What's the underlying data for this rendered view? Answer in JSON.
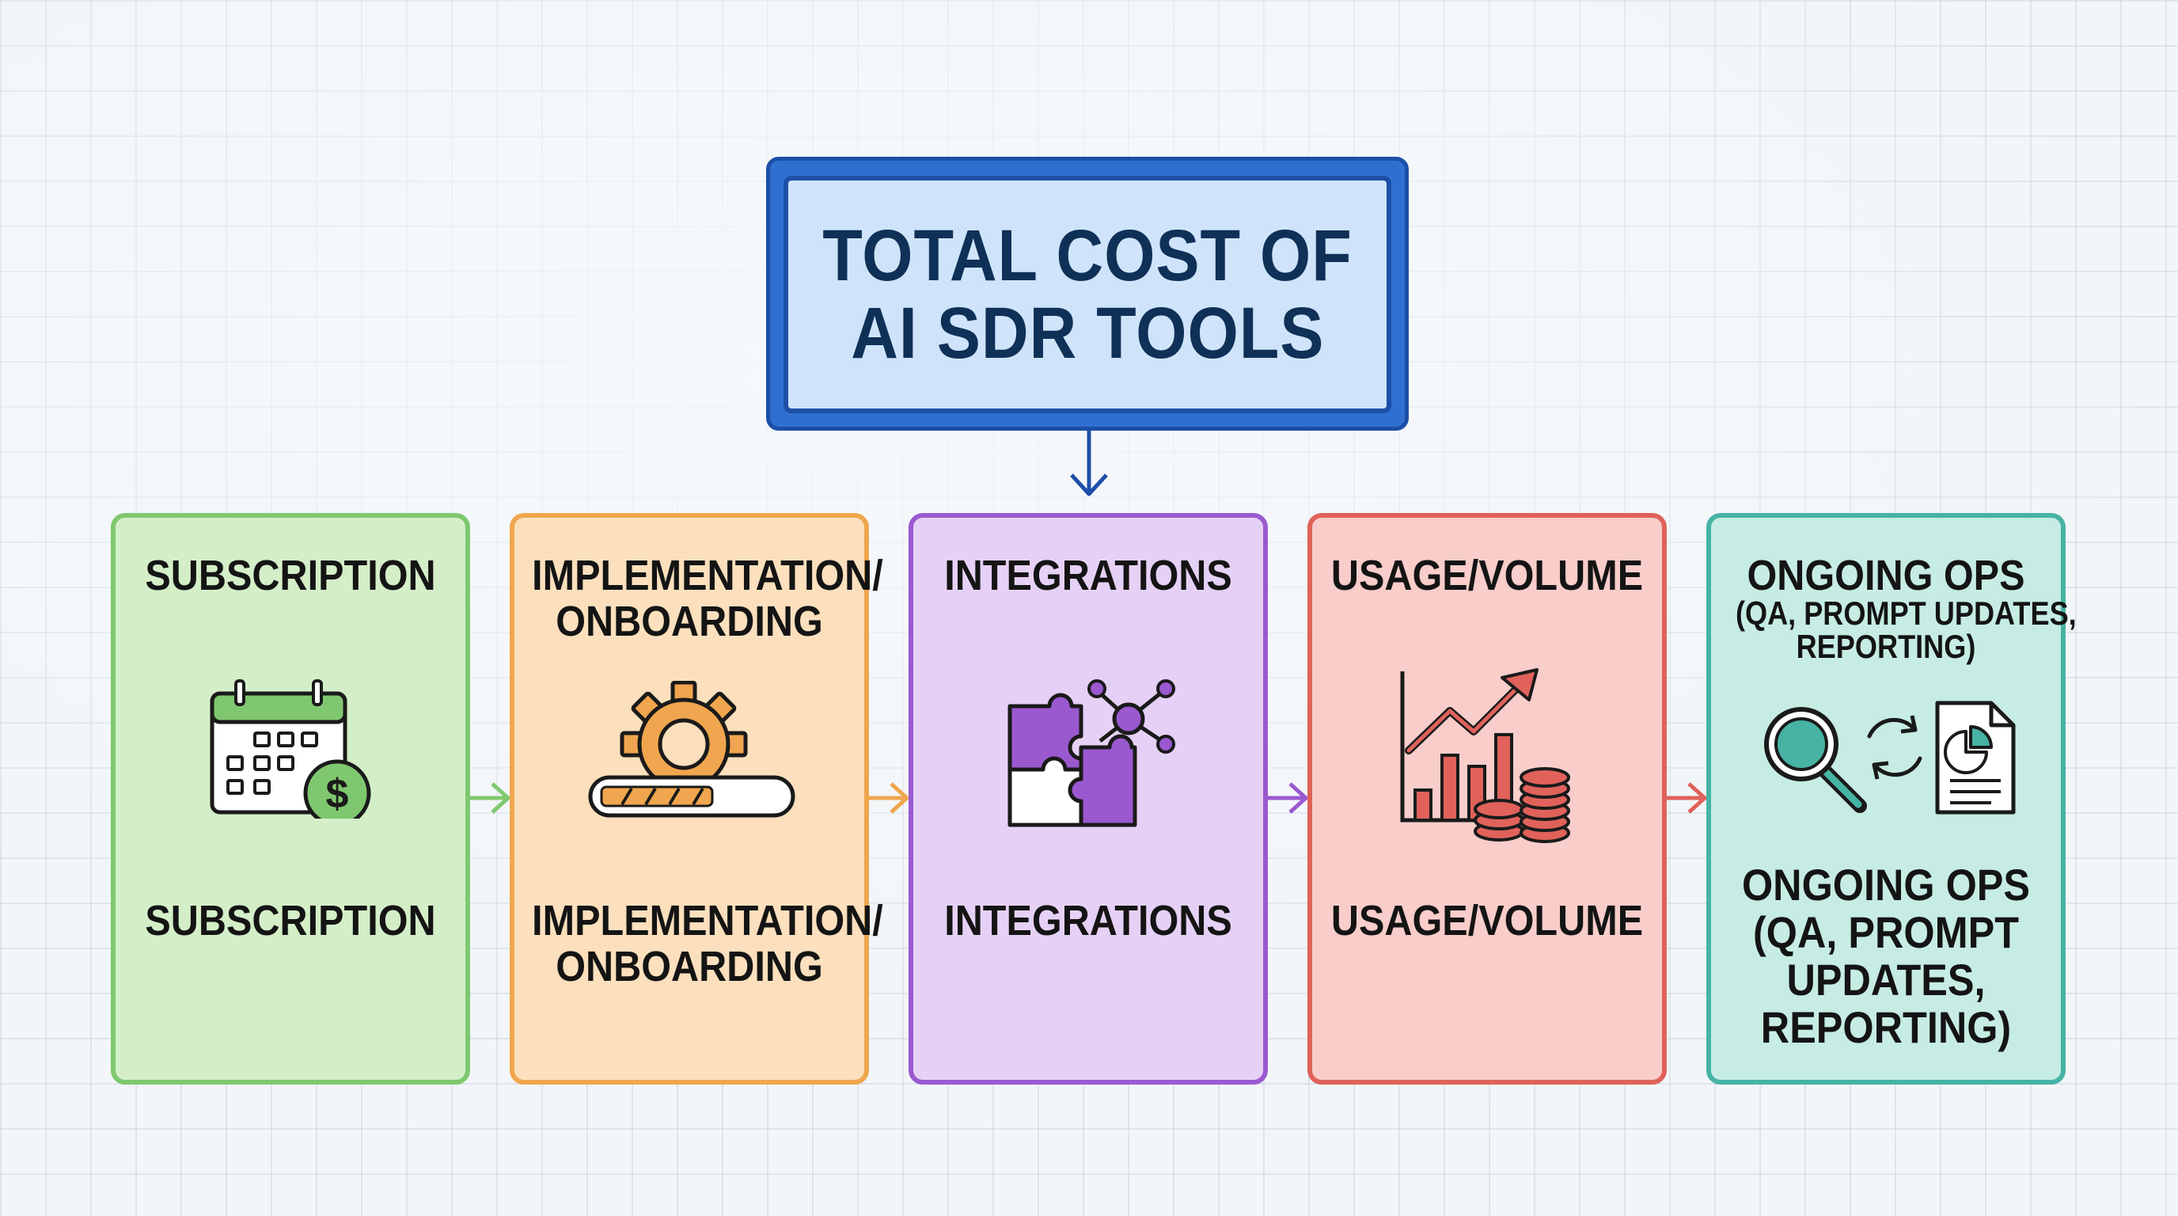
{
  "title": {
    "line1": "TOTAL COST OF",
    "line2": "AI SDR TOOLS"
  },
  "colors": {
    "title_blue": "#1d4fa8",
    "subscription": "#7fc86f",
    "implementation": "#f0a64e",
    "integrations": "#9b59d0",
    "usage": "#e0625a",
    "ongoing_ops": "#46b3a4"
  },
  "cards": [
    {
      "top_label": [
        "SUBSCRIPTION"
      ],
      "icon": "calendar-dollar-icon",
      "bottom_label": [
        "SUBSCRIPTION"
      ]
    },
    {
      "top_label": [
        "IMPLEMENTATION/",
        "ONBOARDING"
      ],
      "icon": "gear-progress-icon",
      "bottom_label": [
        "IMPLEMENTATION/",
        "ONBOARDING"
      ]
    },
    {
      "top_label": [
        "INTEGRATIONS"
      ],
      "icon": "puzzle-network-icon",
      "bottom_label": [
        "INTEGRATIONS"
      ]
    },
    {
      "top_label": [
        "USAGE/VOLUME"
      ],
      "icon": "growth-chart-coins-icon",
      "bottom_label": [
        "USAGE/VOLUME"
      ]
    },
    {
      "top_label": [
        "ONGOING OPS",
        "(QA, PROMPT UPDATES,",
        "REPORTING)"
      ],
      "icon": "search-refresh-report-icon",
      "bottom_label": [
        "ONGOING OPS",
        "(QA, PROMPT",
        "UPDATES,",
        "REPORTING)"
      ]
    }
  ]
}
